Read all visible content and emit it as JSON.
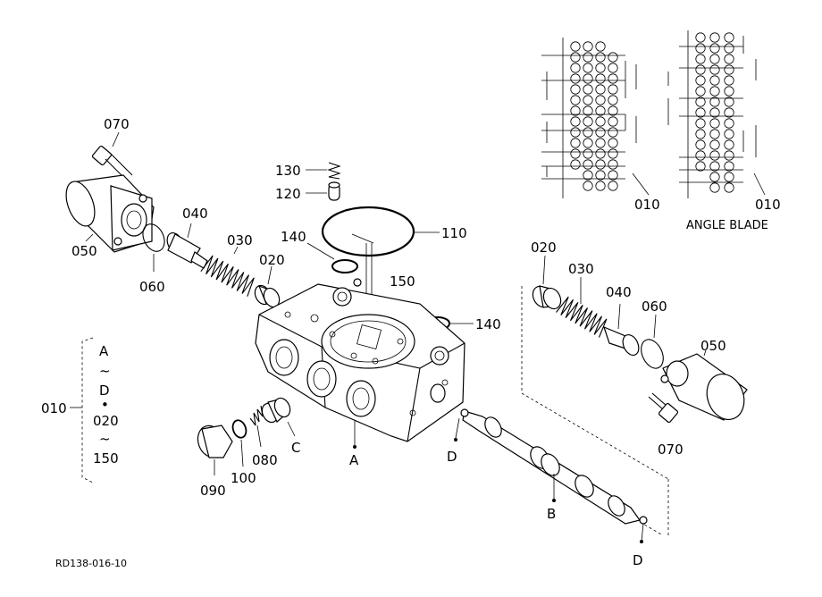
{
  "callouts": {
    "p070_left": "070",
    "p050_left": "050",
    "p060_left": "060",
    "p040_left": "040",
    "p030_left": "030",
    "p020_left": "020",
    "p140_top": "140",
    "p130": "130",
    "p120": "120",
    "p110": "110",
    "p150": "150",
    "p140_right": "140",
    "p020_right": "020",
    "p030_right": "030",
    "p040_right": "040",
    "p060_right": "060",
    "p050_right": "050",
    "p070_right": "070",
    "p090": "090",
    "p100": "100",
    "p080": "080",
    "c_C": "C",
    "c_A": "A",
    "c_D_mid": "D",
    "c_B": "B",
    "c_D_bottom": "D",
    "p010_left": "010",
    "p010_inset1": "010",
    "p010_inset2": "010"
  },
  "range_bracket": {
    "from": "A",
    "tilde1": "~",
    "to": "D",
    "bullet": "•",
    "from2": "020",
    "tilde2": "~",
    "to2": "150"
  },
  "inset_caption": "ANGLE BLADE",
  "drawing_code": "RD138-016-10"
}
